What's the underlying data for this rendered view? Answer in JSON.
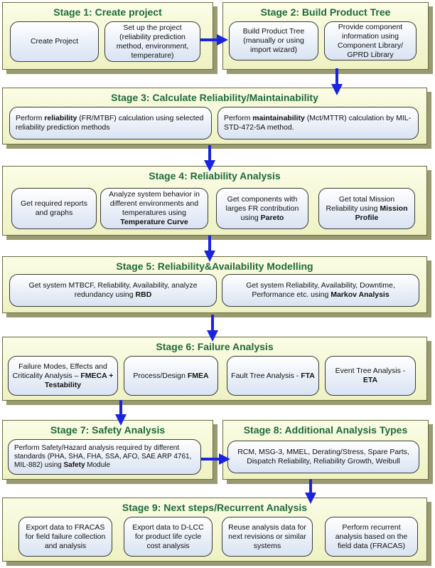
{
  "stage1": {
    "title": "Stage 1: Create project",
    "b1": "Create Project",
    "b2": "Set up the project (reliability prediction method, environment, temperature)"
  },
  "stage2": {
    "title": "Stage 2: Build Product Tree",
    "b1": "Build Product Tree (manually or using import wizard)",
    "b2": "Provide component information using Component Library/ GPRD Library"
  },
  "stage3": {
    "title": "Stage 3: Calculate Reliability/Maintainability",
    "b1a": "Perform ",
    "b1b": "reliability",
    "b1c": " (FR/MTBF) calculation using selected reliability prediction methods",
    "b2a": "Perform ",
    "b2b": "maintainability",
    "b2c": " (Mct/MTTR) calculation by  MIL-STD-472-5A method."
  },
  "stage4": {
    "title": "Stage 4: Reliability Analysis",
    "b1": "Get required reports and graphs",
    "b2a": "Analyze system behavior in different environments and temperatures using ",
    "b2b": "Temperature Curve",
    "b3a": "Get components with larges FR contribution using ",
    "b3b": "Pareto",
    "b4a": "Get total Mission Reliability using ",
    "b4b": "Mission Profile"
  },
  "stage5": {
    "title": "Stage 5: Reliability&Availability Modelling",
    "b1a": "Get system MTBCF, Reliability, Availability, analyze redundancy using ",
    "b1b": "RBD",
    "b2a": "Get system Reliability, Availability, Downtime, Performance etc. using ",
    "b2b": "Markov Analysis"
  },
  "stage6": {
    "title": "Stage 6: Failure Analysis",
    "b1a": "Failure Modes, Effects and Criticality Analysis – ",
    "b1b": "FMECA + Testability",
    "b2a": "Process/Design ",
    "b2b": "FMEA",
    "b3a": "Fault Tree Analysis - ",
    "b3b": "FTA",
    "b4a": "Event Tree Analysis - ",
    "b4b": "ETA"
  },
  "stage7": {
    "title": "Stage 7: Safety Analysis",
    "b1a": "Perform Safety/Hazard analysis required by different standards (PHA, SHA, FHA, SSA, AFO, SAE ARP 4761, MIL-882) using ",
    "b1b": "Safety",
    "b1c": " Module"
  },
  "stage8": {
    "title": "Stage 8: Additional Analysis Types",
    "b1": "RCM, MSG-3, MMEL, Derating/Stress, Spare Parts, Dispatch Reliability, Reliability Growth, Weibull"
  },
  "stage9": {
    "title": "Stage 9: Next steps/Recurrent Analysis",
    "b1": "Export data to FRACAS for field failure collection and analysis",
    "b2": "Export data to D-LCC for product life cycle cost analysis",
    "b3": "Reuse analysis data for next revisions or similar systems",
    "b4": "Perform recurrent analysis based on the field data (FRACAS)"
  }
}
